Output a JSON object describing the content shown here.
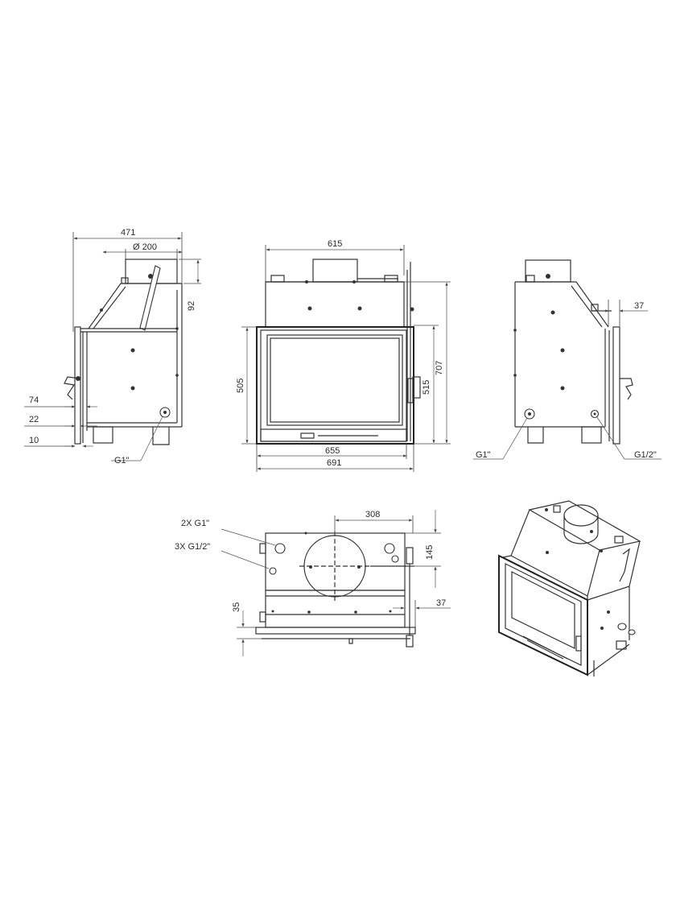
{
  "side_view_left": {
    "dim_depth": "471",
    "dim_flue": "Ø 200",
    "dim_top_step": "92",
    "dim_74": "74",
    "dim_22": "22",
    "dim_10": "10",
    "conn_g1": "G1\""
  },
  "front_view": {
    "dim_width_top": "615",
    "dim_height_505": "505",
    "dim_height_515": "515",
    "dim_height_707": "707",
    "dim_width_655": "655",
    "dim_width_691": "691"
  },
  "side_view_right": {
    "dim_37": "37",
    "conn_g1": "G1\"",
    "conn_g12": "G1/2\""
  },
  "top_view": {
    "dim_308": "308",
    "dim_145": "145",
    "dim_35": "35",
    "dim_37": "37",
    "label_2x_g1": "2X G1\"",
    "label_3x_g12": "3X G1/2\""
  }
}
